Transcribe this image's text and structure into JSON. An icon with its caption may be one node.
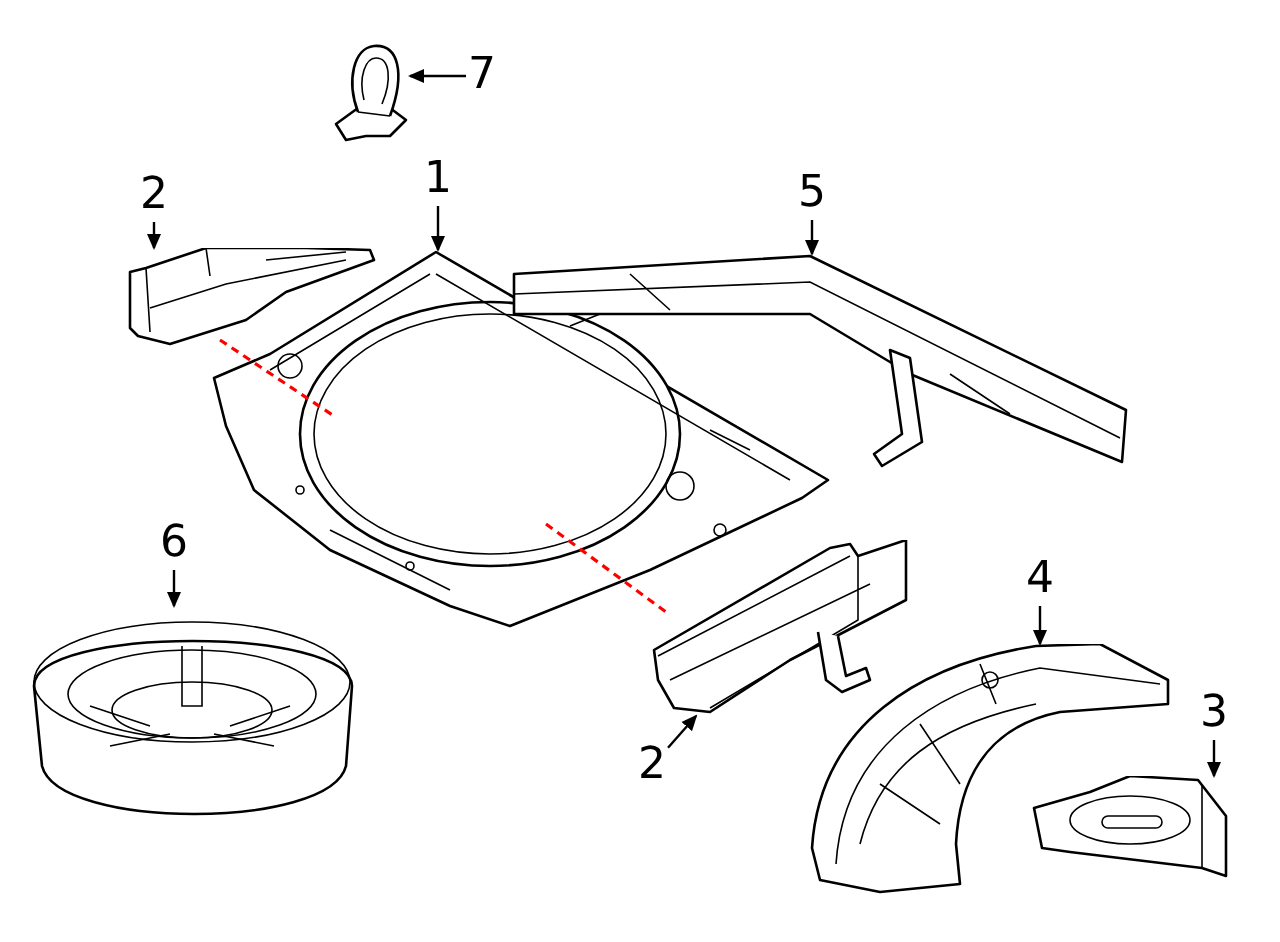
{
  "diagram": {
    "nodes": [
      {
        "text": [
          "7"
        ]
      },
      {
        "text": [
          "2"
        ]
      },
      {
        "text": [
          "1"
        ]
      },
      {
        "text": [
          "5"
        ]
      },
      {
        "text": [
          "6"
        ]
      },
      {
        "text": [
          "4"
        ]
      },
      {
        "text": [
          "3"
        ]
      },
      {
        "text": [
          "2"
        ]
      },
      {
        "text": [],
        "shape": "picture"
      },
      {
        "text": [],
        "shape": "picture"
      },
      {
        "text": [],
        "shape": "picture"
      },
      {
        "text": [],
        "shape": "picture"
      },
      {
        "text": [],
        "shape": "picture"
      },
      {
        "text": [],
        "shape": "picture"
      },
      {
        "text": [],
        "shape": "picture"
      },
      {
        "text": [],
        "shape": "picture"
      }
    ],
    "edges": [
      {
        "from": 0,
        "to": 8,
        "arrow": "to"
      },
      {
        "from": 1,
        "to": 9,
        "arrow": "to"
      },
      {
        "from": 2,
        "to": 10,
        "arrow": "to"
      },
      {
        "from": 3,
        "to": 11,
        "arrow": "to"
      },
      {
        "from": 4,
        "to": 12,
        "arrow": "to"
      },
      {
        "from": 5,
        "to": 14,
        "arrow": "to"
      },
      {
        "from": 6,
        "to": 15,
        "arrow": "to"
      },
      {
        "from": 7,
        "to": 13,
        "arrow": "to"
      }
    ]
  }
}
